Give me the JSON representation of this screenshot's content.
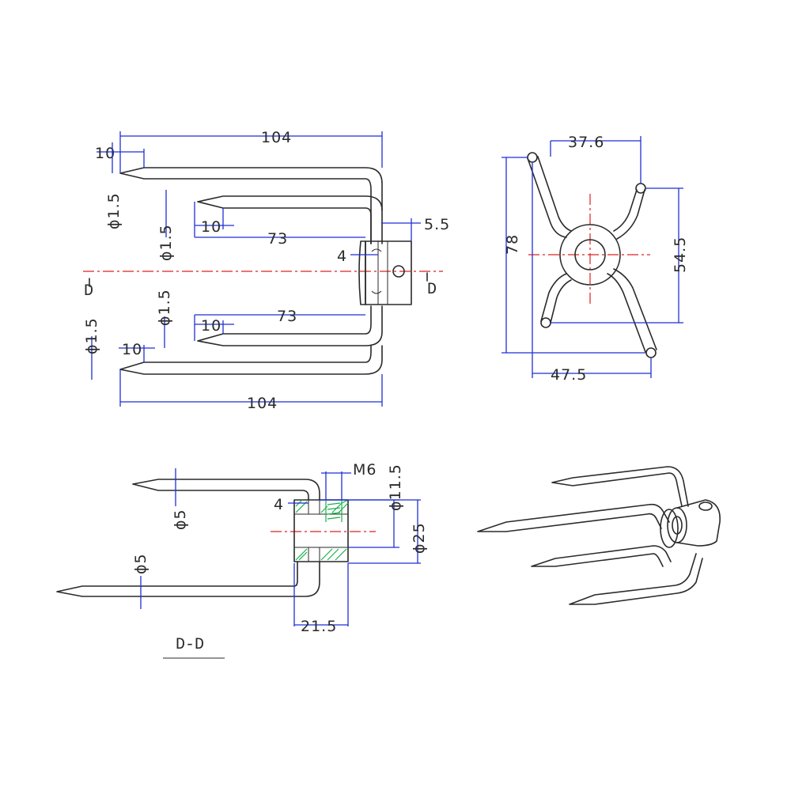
{
  "front_view": {
    "overall_length_top": "104",
    "overall_length_bottom": "104",
    "tip_len_outer_top": "10",
    "tip_len_inner_top": "10",
    "tip_len_inner_bottom": "10",
    "tip_len_outer_bottom": "10",
    "inner_len_top": "73",
    "inner_len_bottom": "73",
    "tip_dia_1": "ϕ1.5",
    "tip_dia_2": "ϕ1.5",
    "tip_dia_3": "ϕ1.5",
    "tip_dia_4": "ϕ1.5",
    "hub_width": "5.5",
    "hub_offset": "4",
    "section_mark_left": "D",
    "section_mark_right": "D"
  },
  "end_view": {
    "inner_spacing": "37.6",
    "outer_spacing": "47.5",
    "overall_height": "78",
    "inner_height": "54.5"
  },
  "section_view": {
    "prong_dia_top": "ϕ5",
    "prong_dia_bottom": "ϕ5",
    "thread": "M6",
    "bore_dia": "ϕ11.5",
    "hub_dia": "ϕ25",
    "hub_length": "21.5",
    "offset": "4",
    "section_title": "D-D"
  }
}
